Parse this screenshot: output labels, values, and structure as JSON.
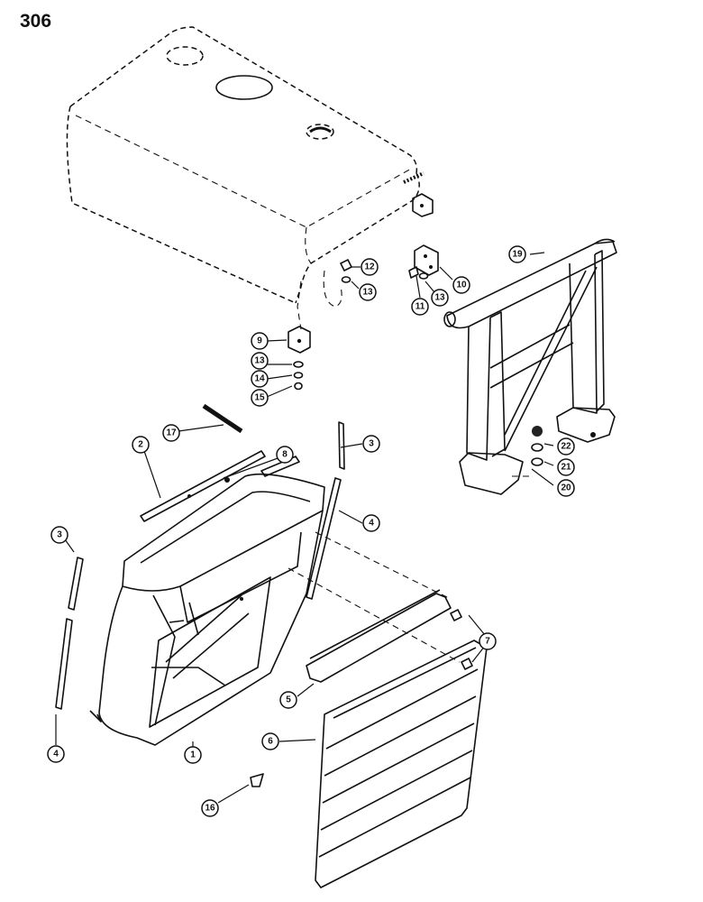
{
  "page_number": "306",
  "callouts": [
    {
      "id": "1",
      "label": "1"
    },
    {
      "id": "2",
      "label": "2"
    },
    {
      "id": "3a",
      "label": "3"
    },
    {
      "id": "3b",
      "label": "3"
    },
    {
      "id": "4a",
      "label": "4"
    },
    {
      "id": "4b",
      "label": "4"
    },
    {
      "id": "5",
      "label": "5"
    },
    {
      "id": "6",
      "label": "6"
    },
    {
      "id": "7",
      "label": "7"
    },
    {
      "id": "8",
      "label": "8"
    },
    {
      "id": "9",
      "label": "9"
    },
    {
      "id": "10",
      "label": "10"
    },
    {
      "id": "11",
      "label": "11"
    },
    {
      "id": "12",
      "label": "12"
    },
    {
      "id": "13a",
      "label": "13"
    },
    {
      "id": "13b",
      "label": "13"
    },
    {
      "id": "13c",
      "label": "13"
    },
    {
      "id": "14",
      "label": "14"
    },
    {
      "id": "15",
      "label": "15"
    },
    {
      "id": "16",
      "label": "16"
    },
    {
      "id": "17",
      "label": "17"
    },
    {
      "id": "19",
      "label": "19"
    },
    {
      "id": "20",
      "label": "20"
    },
    {
      "id": "21",
      "label": "21"
    },
    {
      "id": "22",
      "label": "22"
    }
  ]
}
